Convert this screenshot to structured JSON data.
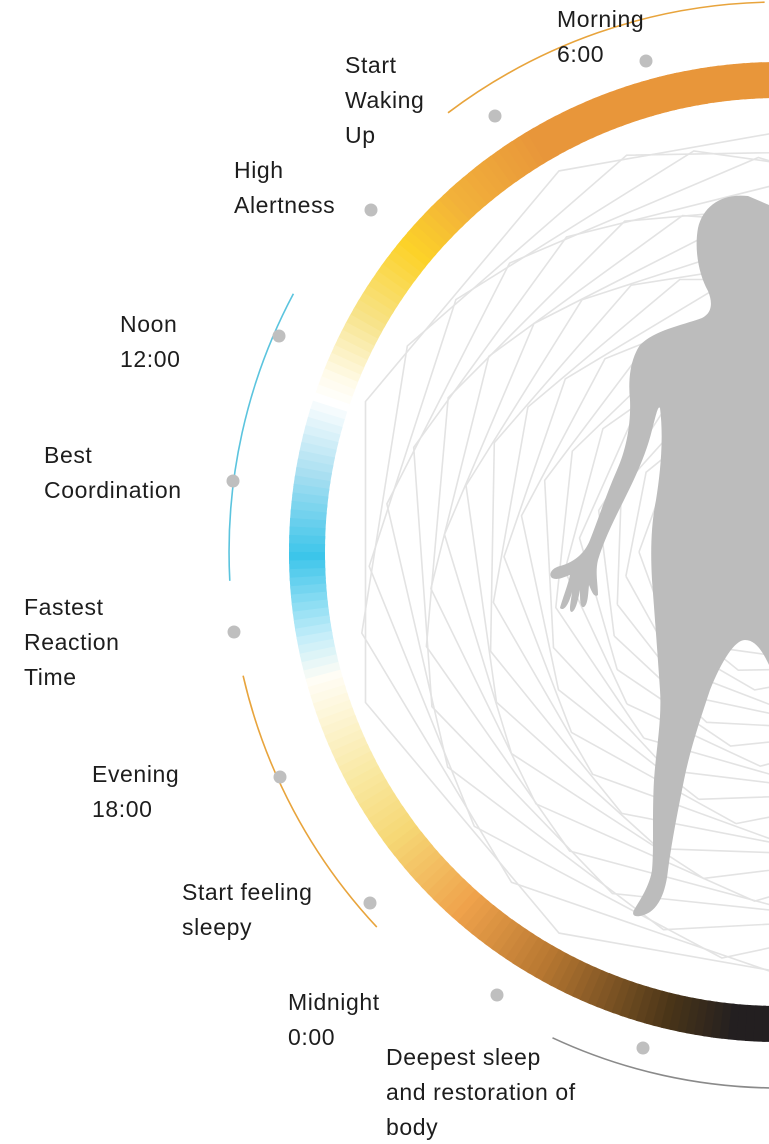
{
  "colors": {
    "orange": "#e8963a",
    "yellow": "#fcd229",
    "blue": "#3cc5ea",
    "dark": "#231f20",
    "silhouette": "#bcbcbc",
    "marker": "#bfbfbf",
    "thin_orange": "#e8a43c",
    "thin_blue": "#5bc4de",
    "thin_gray": "#8a8a8a"
  },
  "labels": {
    "morning": "Morning\n6:00",
    "waking": "Start\nWaking\nUp",
    "alertness": "High\nAlertness",
    "noon": "Noon\n12:00",
    "coordination": "Best\nCoordination",
    "reaction": "Fastest\nReaction\nTime",
    "evening": "Evening\n18:00",
    "sleepy": "Start feeling\nsleepy",
    "midnight": "Midnight\n0:00",
    "deepest": "Deepest sleep\nand restoration of\nbody"
  }
}
